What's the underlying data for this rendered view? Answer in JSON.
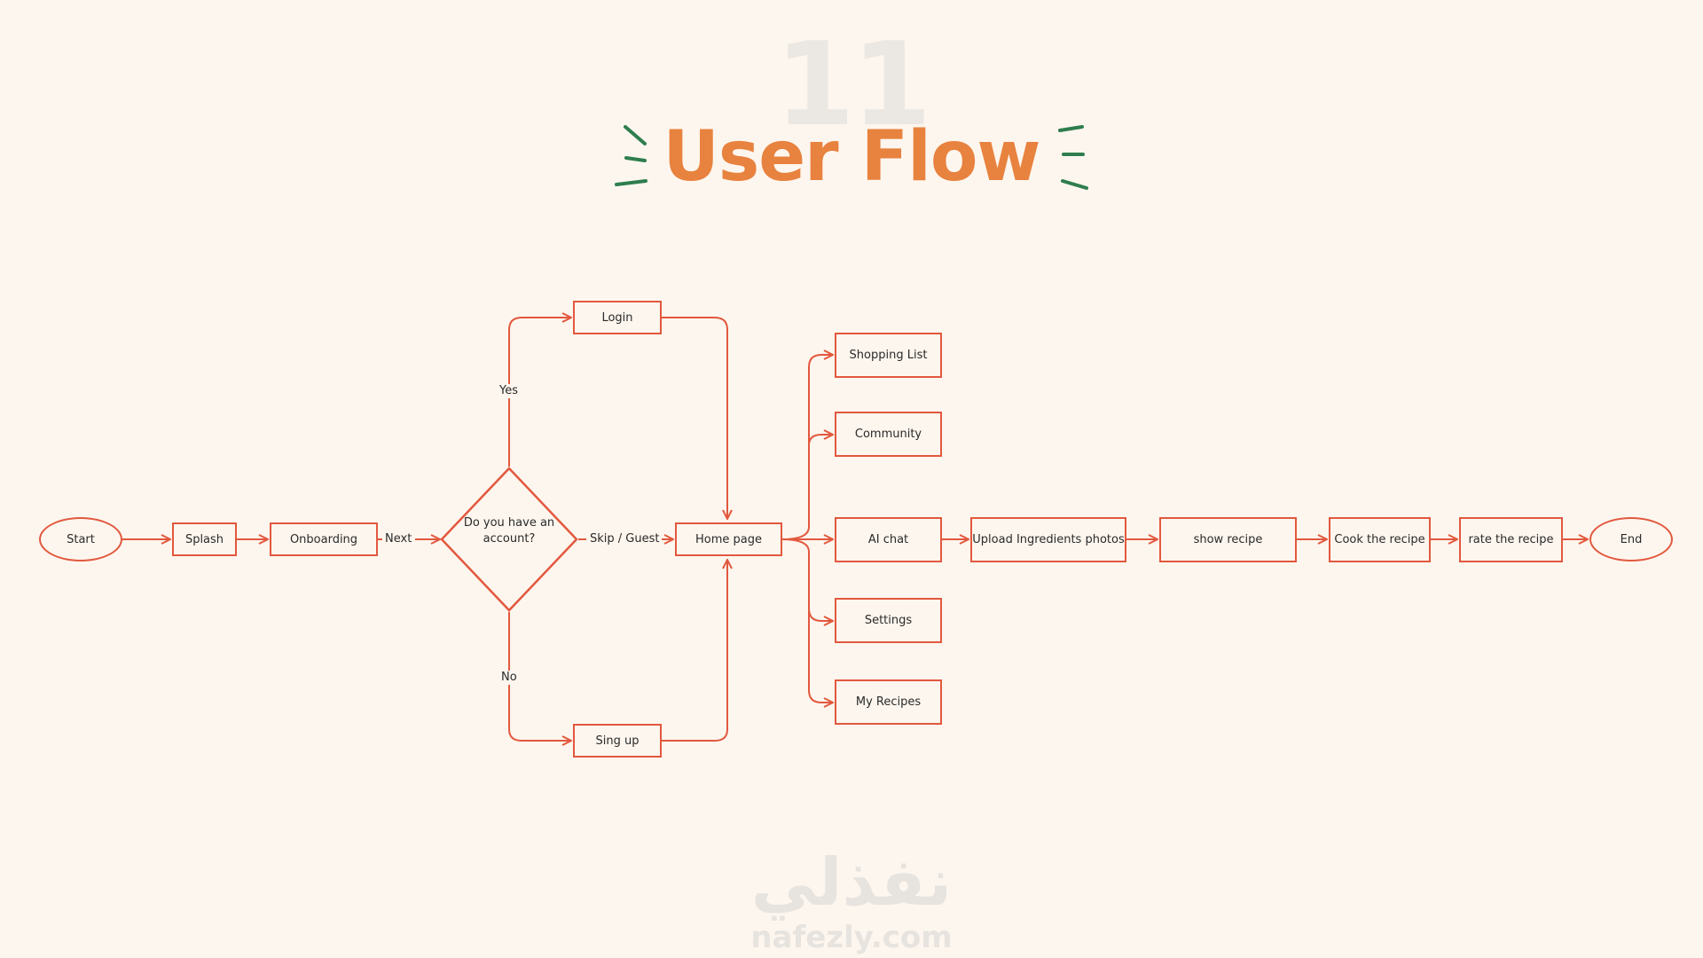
{
  "header": {
    "number": "11",
    "title": "User Flow"
  },
  "colors": {
    "accent": "#e2583e",
    "title": "#e8823f",
    "sparkle": "#2e7d4f",
    "background": "#fdf6ee"
  },
  "nodes": {
    "start": "Start",
    "splash": "Splash",
    "onboarding": "Onboarding",
    "decision": "Do you have an account?",
    "login": "Login",
    "signup": "Sing up",
    "home": "Home page",
    "shopping": "Shopping List",
    "community": "Community",
    "aichat": "AI chat",
    "settings": "Settings",
    "myrecipes": "My Recipes",
    "upload": "Upload Ingredients photos",
    "show": "show recipe",
    "cook": "Cook the recipe",
    "rate": "rate the recipe",
    "end": "End"
  },
  "labels": {
    "next": "Next",
    "yes": "Yes",
    "no": "No",
    "skip": "Skip / Guest"
  },
  "watermark": {
    "arabic": "نفذلي",
    "latin": "nafezly.com"
  }
}
